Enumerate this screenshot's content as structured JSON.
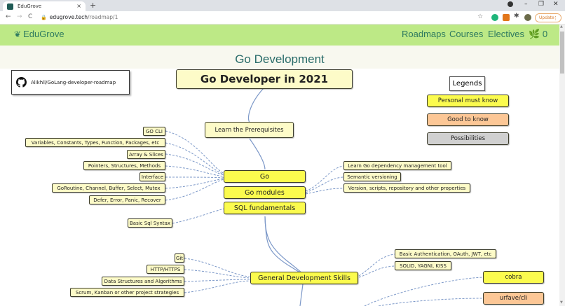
{
  "browser": {
    "tab_title": "EduGrove",
    "tab_close": "×",
    "new_tab": "+",
    "url_host": "edugrove.tech",
    "url_path": "/roadmap/1",
    "update_label": "Update",
    "window_controls": {
      "minimize": "–",
      "maximize": "❐",
      "close": "✕"
    },
    "nav": {
      "back": "←",
      "forward": "→",
      "reload": "C"
    }
  },
  "site": {
    "brand": "EduGrove",
    "brand_icon": "sprout-icon",
    "nav_links": [
      "Roadmaps",
      "Courses",
      "Electives"
    ],
    "leaf_count": "0",
    "page_title": "Go Development"
  },
  "roadmap": {
    "github_repo": "Alikhll/GoLang-developer-roadmap",
    "title": "Go Developer in 2021",
    "legend": {
      "title": "Legends",
      "items": [
        {
          "label": "Personal must know",
          "color": "#fbfb4e"
        },
        {
          "label": "Good to know",
          "color": "#fcc796"
        },
        {
          "label": "Possibilities",
          "color": "#d0d0d0"
        }
      ]
    },
    "prerequisites": "Learn the Prerequisites",
    "main_nodes": [
      "Go",
      "Go modules",
      "SQL fundamentals",
      "General Development Skills"
    ],
    "go_topics": [
      "GO CLI",
      "Variables, Constants, Types, Function, Packages, etc",
      "Array & Slices",
      "Pointers, Structures, Methods",
      "Interface",
      "GoRoutine, Channel, Buffer, Select, Mutex",
      "Defer, Error, Panic, Recover"
    ],
    "go_modules_topics": [
      "Learn Go dependency management tool",
      "Semantic versioning",
      "Version, scripts, repository and other properties"
    ],
    "sql_topics": [
      "Basic Sql Syntax"
    ],
    "dev_skills_left": [
      "Git",
      "HTTP/HTTPS",
      "Data Structures and Algorithms",
      "Scrum, Kanban or other project strategies"
    ],
    "dev_skills_right": [
      "Basic Authentication, OAuth, JWT, etc",
      "SOLID, YAGNI, KISS"
    ],
    "cli_tools": [
      {
        "label": "cobra",
        "color": "#fbfb4e"
      },
      {
        "label": "urfave/cli",
        "color": "#fcc796"
      }
    ]
  }
}
